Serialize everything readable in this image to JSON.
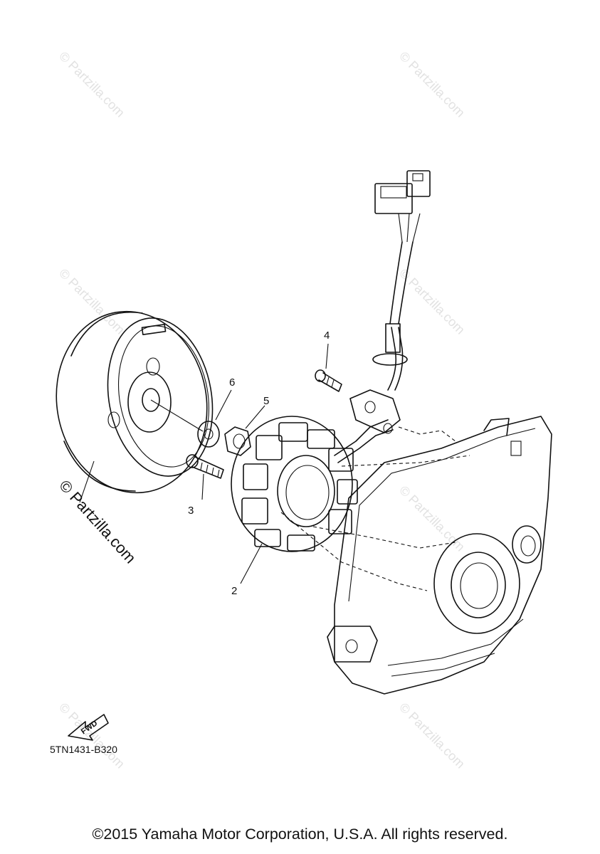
{
  "watermark": {
    "text": "© Partzilla.com",
    "large_text": "© Partzilla.com"
  },
  "callouts": {
    "part_2": "2",
    "part_3": "3",
    "part_4": "4",
    "part_5": "5",
    "part_6": "6"
  },
  "fwd_arrow_label": "FWD",
  "diagram_ref": "5TN1431-B320",
  "copyright": "©2015 Yamaha Motor Corporation, U.S.A. All rights reserved."
}
